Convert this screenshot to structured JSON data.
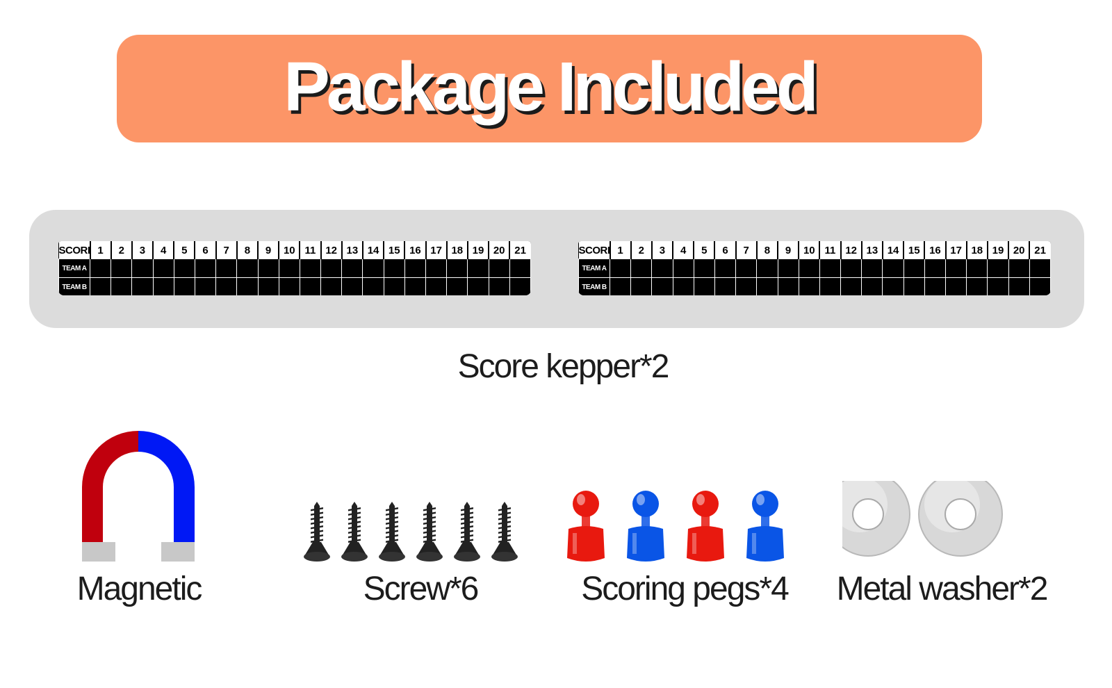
{
  "banner": {
    "title": "Package Included"
  },
  "score_keeper": {
    "header_label": "SCORE",
    "row_labels": [
      "TEAM A",
      "TEAM B"
    ],
    "numbers": [
      "1",
      "2",
      "3",
      "4",
      "5",
      "6",
      "7",
      "8",
      "9",
      "10",
      "11",
      "12",
      "13",
      "14",
      "15",
      "16",
      "17",
      "18",
      "19",
      "20",
      "21"
    ],
    "caption": "Score kepper*2"
  },
  "items": {
    "magnet": {
      "caption": "Magnetic",
      "icon": "horseshoe-magnet-icon",
      "colors": {
        "north": "#c0000d",
        "south": "#0018f5",
        "tips": "#c8c8c8"
      }
    },
    "screws": {
      "caption": "Screw*6",
      "icon": "screw-icon",
      "count": 6,
      "color": "#222222"
    },
    "pegs": {
      "caption": "Scoring pegs*4",
      "icon": "push-pin-icon",
      "colors": [
        "#e8190f",
        "#0a55e6",
        "#e8190f",
        "#0a55e6"
      ]
    },
    "washers": {
      "caption": "Metal washer*2",
      "icon": "washer-icon",
      "count": 2,
      "color": "#d8d8d8"
    }
  }
}
